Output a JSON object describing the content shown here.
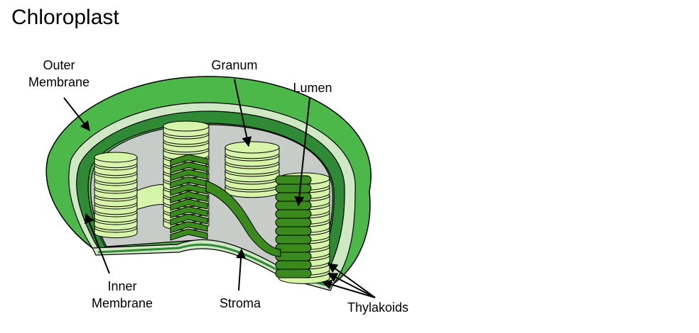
{
  "title": "Chloroplast",
  "labels": {
    "outer_membrane": [
      "Outer",
      "Membrane"
    ],
    "granum": "Granum",
    "lumen": "Lumen",
    "inner_membrane": [
      "Inner",
      "Membrane"
    ],
    "stroma": "Stroma",
    "thylakoids": "Thylakoids"
  },
  "colors": {
    "outer_membrane": "#4cb849",
    "outer_membrane_dark": "#3a9a3a",
    "intermembrane": "#cfe8c4",
    "inner_membrane": "#2f8a35",
    "stroma": "#c8ccc8",
    "thylakoid_light": "#d6f5a8",
    "thylakoid_dark": "#3a8a1e",
    "outline": "#000000"
  }
}
